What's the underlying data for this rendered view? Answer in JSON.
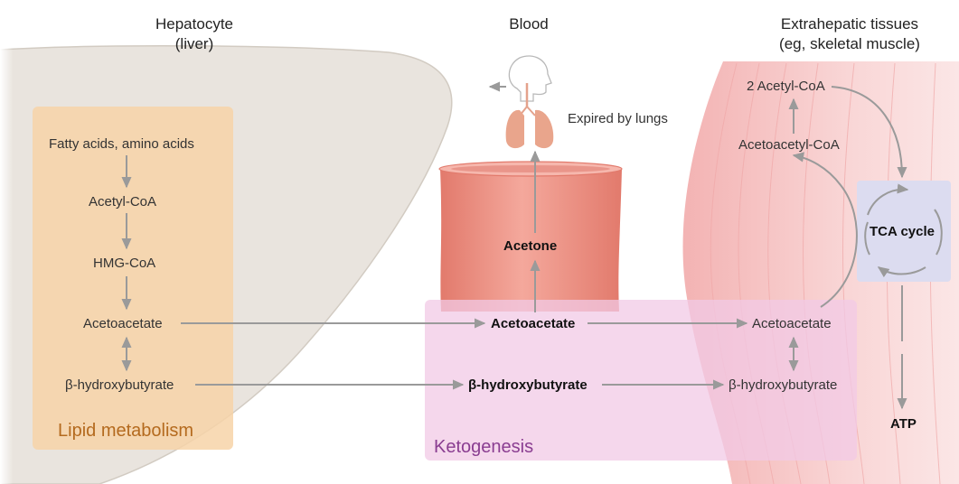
{
  "headers": {
    "liver": [
      "Hepatocyte",
      "(liver)"
    ],
    "blood": "Blood",
    "tissues": [
      "Extrahepatic tissues",
      "(eg, skeletal muscle)"
    ]
  },
  "liver": {
    "region_label": "Lipid metabolism",
    "steps": [
      "Fatty acids, amino acids",
      "Acetyl-CoA",
      "HMG-CoA",
      "Acetoacetate",
      "β-hydroxybutyrate"
    ]
  },
  "blood": {
    "region_label": "Ketogenesis",
    "acetone": "Acetone",
    "acetoacetate": "Acetoacetate",
    "bhb": "β-hydroxybutyrate",
    "expired": "Expired by lungs"
  },
  "tissues": {
    "acetyl_coa": "2 Acetyl-CoA",
    "acetoacetyl_coa": "Acetoacetyl-CoA",
    "acetoacetate": "Acetoacetate",
    "bhb": "β-hydroxybutyrate",
    "tca": "TCA cycle",
    "atp": "ATP"
  },
  "colors": {
    "liver_fill": "#e9e4de",
    "lipid_box": "#f7d3a8",
    "lipid_text": "#b46a1e",
    "vessel": "#ea8e80",
    "keto_box": "#f2c9e6",
    "keto_text": "#8a3d91",
    "muscle": "#f6c3c3",
    "tca_box": "#dcdcf0",
    "arrow": "#9a9a9a"
  }
}
